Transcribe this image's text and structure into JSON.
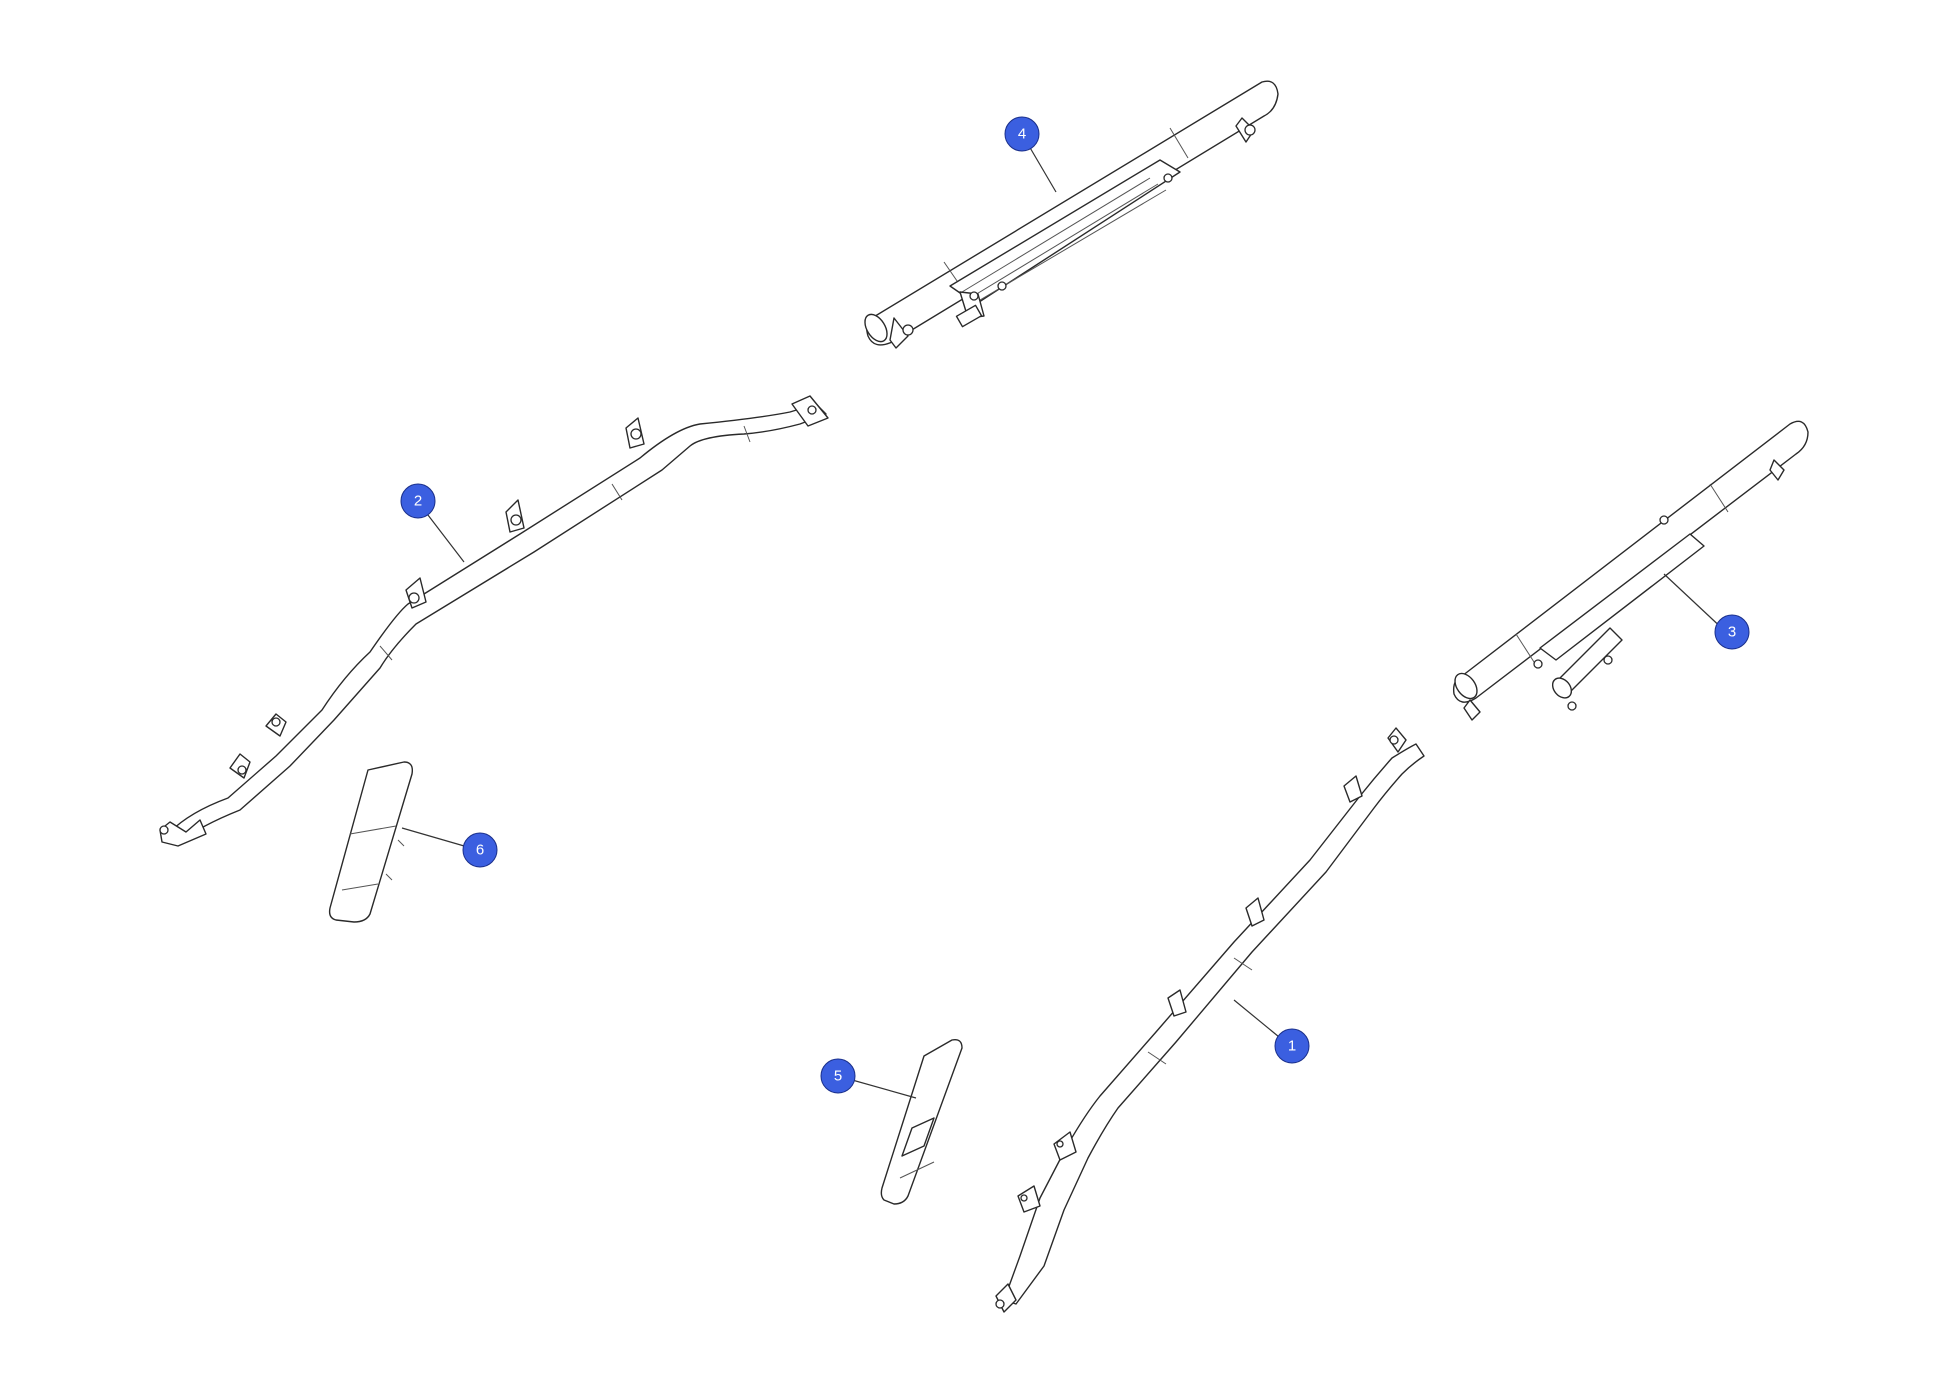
{
  "colors": {
    "callout_fill": "#3b5fe0",
    "line": "#2a2a2a"
  },
  "callouts": [
    {
      "id": "1",
      "label": "1"
    },
    {
      "id": "2",
      "label": "2"
    },
    {
      "id": "3",
      "label": "3"
    },
    {
      "id": "4",
      "label": "4"
    },
    {
      "id": "5",
      "label": "5"
    },
    {
      "id": "6",
      "label": "6"
    }
  ]
}
